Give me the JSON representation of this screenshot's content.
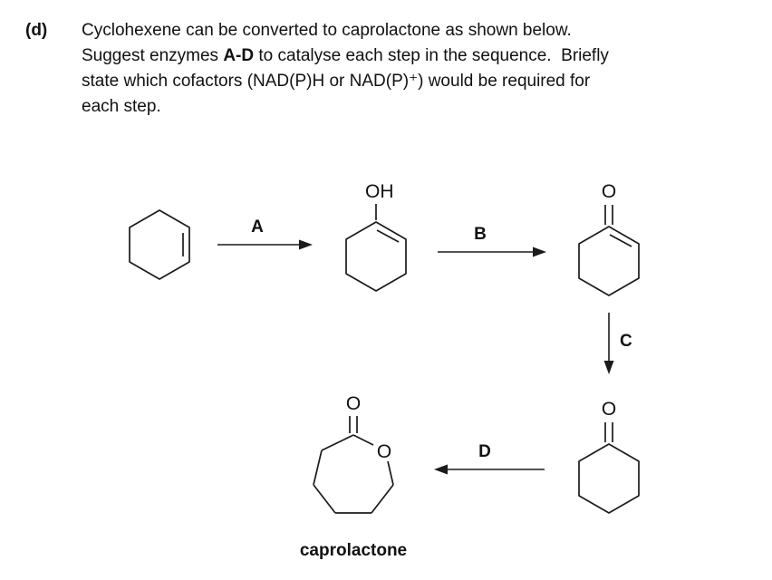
{
  "question": {
    "label": "(d)",
    "line1": "Cyclohexene can be converted to caprolactone as shown below.",
    "line2_pre": "Suggest enzymes ",
    "line2_bold": "A-D",
    "line2_post": " to catalyse each step in the sequence.  Briefly",
    "line3": "state which cofactors (NAD(P)H or NAD(P)⁺) would be required for",
    "line4": "each step."
  },
  "scheme": {
    "steps": {
      "a": "A",
      "b": "B",
      "c": "C",
      "d": "D"
    },
    "atoms": {
      "oh": "OH",
      "o": "O"
    },
    "product_label": "caprolactone"
  },
  "colors": {
    "ink": "#1b1b1b",
    "background": "#ffffff"
  }
}
